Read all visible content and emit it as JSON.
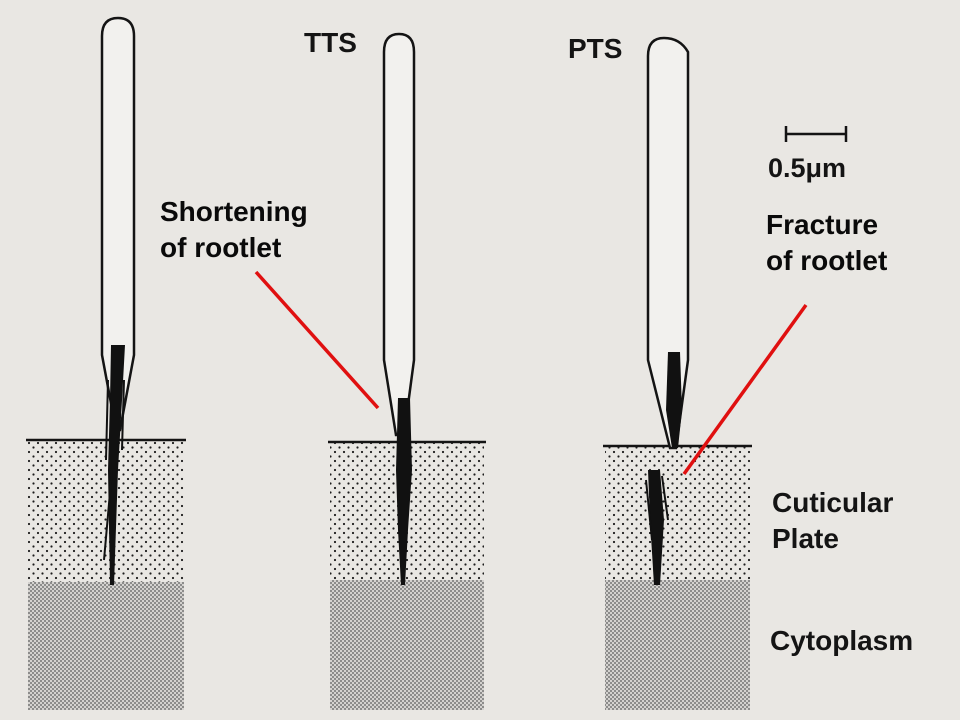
{
  "labels": {
    "tts": "TTS",
    "pts": "PTS",
    "scale": "0.5μm",
    "shortening_line1": "Shortening",
    "shortening_line2": "of rootlet",
    "fracture_line1": "Fracture",
    "fracture_line2": "of rootlet",
    "cuticular_line1": "Cuticular",
    "cuticular_line2": "Plate",
    "cytoplasm": "Cytoplasm"
  },
  "colors": {
    "background": "#e9e7e3",
    "ink": "#141414",
    "annotation_line": "#e01010"
  }
}
